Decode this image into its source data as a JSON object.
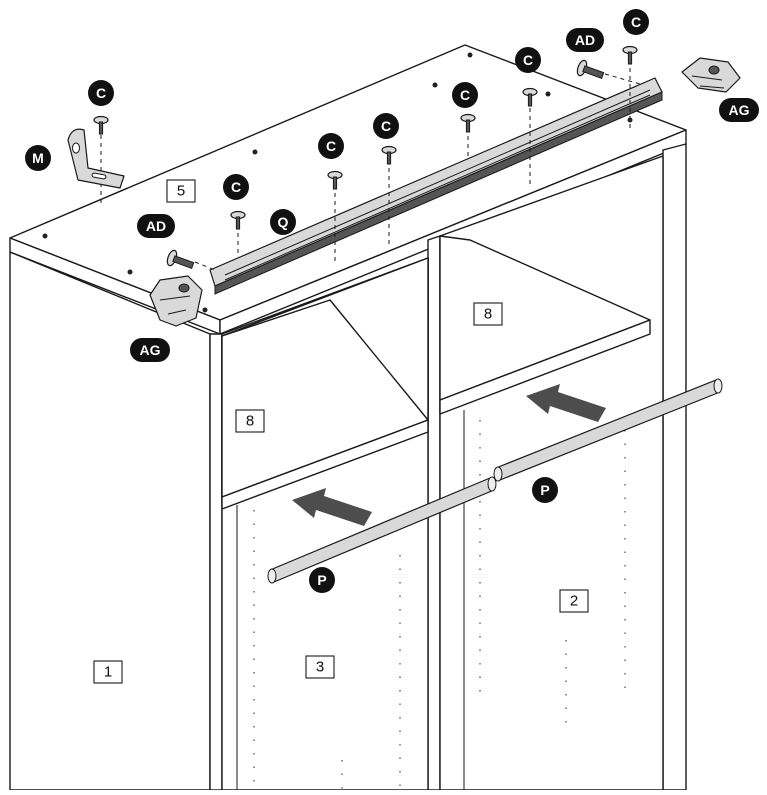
{
  "callouts": {
    "c": "C",
    "ad": "AD",
    "ag": "AG",
    "m": "M",
    "q": "Q",
    "p": "P"
  },
  "part_boxes": {
    "top_panel": "5",
    "shelf": "8",
    "left_side": "1",
    "right_side": "2",
    "divider": "3"
  },
  "colors": {
    "line": "#1a1a1a",
    "callout_fill": "#111111",
    "arrow_fill": "#4d4d4d",
    "background": "#ffffff"
  },
  "icons": {
    "screw": "screw-icon",
    "dowel": "dowel-icon",
    "bracket": "angle-bracket-icon",
    "hinge": "hinge-block-icon",
    "arrow": "insert-arrow-icon"
  }
}
